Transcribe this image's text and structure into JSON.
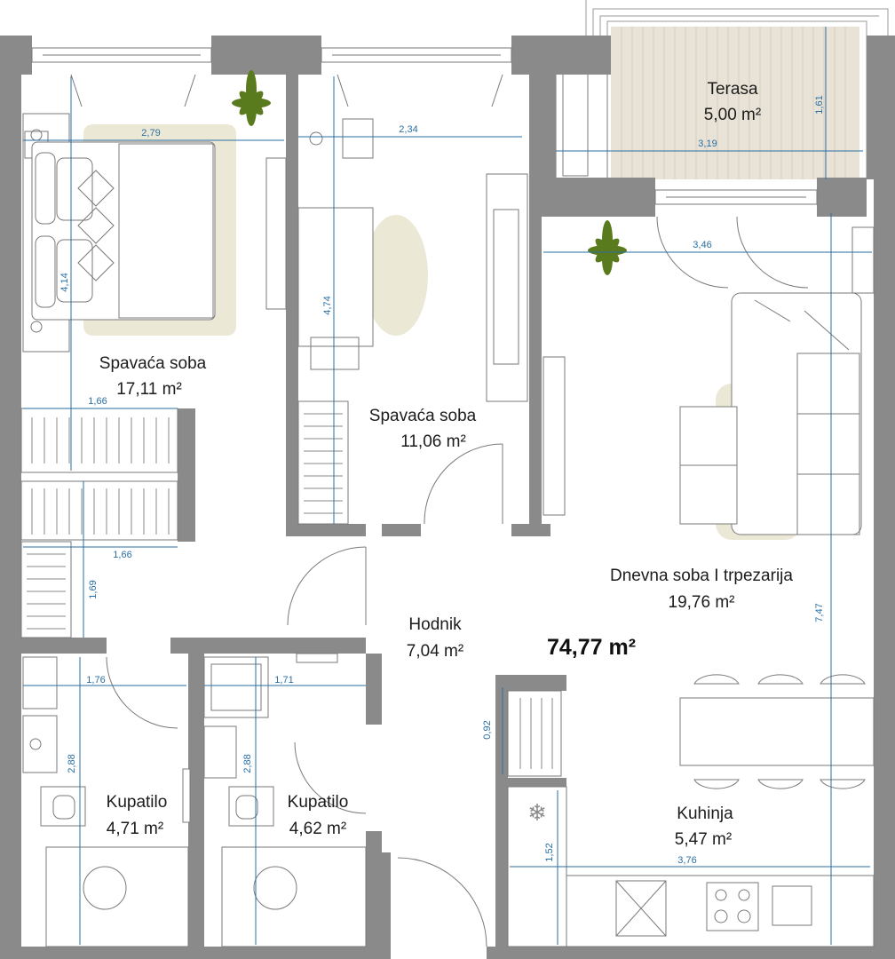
{
  "plan": {
    "total_area": "74,77 m²",
    "rooms": [
      {
        "id": "terasa",
        "name": "Terasa",
        "area": "5,00 m²"
      },
      {
        "id": "spavaca1",
        "name": "Spavaća soba",
        "area": "17,11 m²"
      },
      {
        "id": "spavaca2",
        "name": "Spavaća soba",
        "area": "11,06 m²"
      },
      {
        "id": "dnevna",
        "name": "Dnevna soba I trpezarija",
        "area": "19,76 m²"
      },
      {
        "id": "hodnik",
        "name": "Hodnik",
        "area": "7,04 m²"
      },
      {
        "id": "kupatilo1",
        "name": "Kupatilo",
        "area": "4,71 m²"
      },
      {
        "id": "kupatilo2",
        "name": "Kupatilo",
        "area": "4,62 m²"
      },
      {
        "id": "kuhinja",
        "name": "Kuhinja",
        "area": "5,47 m²"
      }
    ],
    "dimensions": {
      "d279": "2,79",
      "d234": "2,34",
      "d161": "1,61",
      "d319": "3,19",
      "d346": "3,46",
      "d414": "4,14",
      "d474": "4,74",
      "d166a": "1,66",
      "d166b": "1,66",
      "d169": "1,69",
      "d176": "1,76",
      "d171": "1,71",
      "d288a": "2,88",
      "d288b": "2,88",
      "d092": "0,92",
      "d152": "1,52",
      "d376": "3,76",
      "d747": "7,47"
    },
    "colors": {
      "wall": "#8a8a8a",
      "dimension": "#2a6fa3",
      "rug": "#ece8d6",
      "terrace_floor": "#e9e3d7",
      "plant": "#5a7a1e"
    }
  }
}
